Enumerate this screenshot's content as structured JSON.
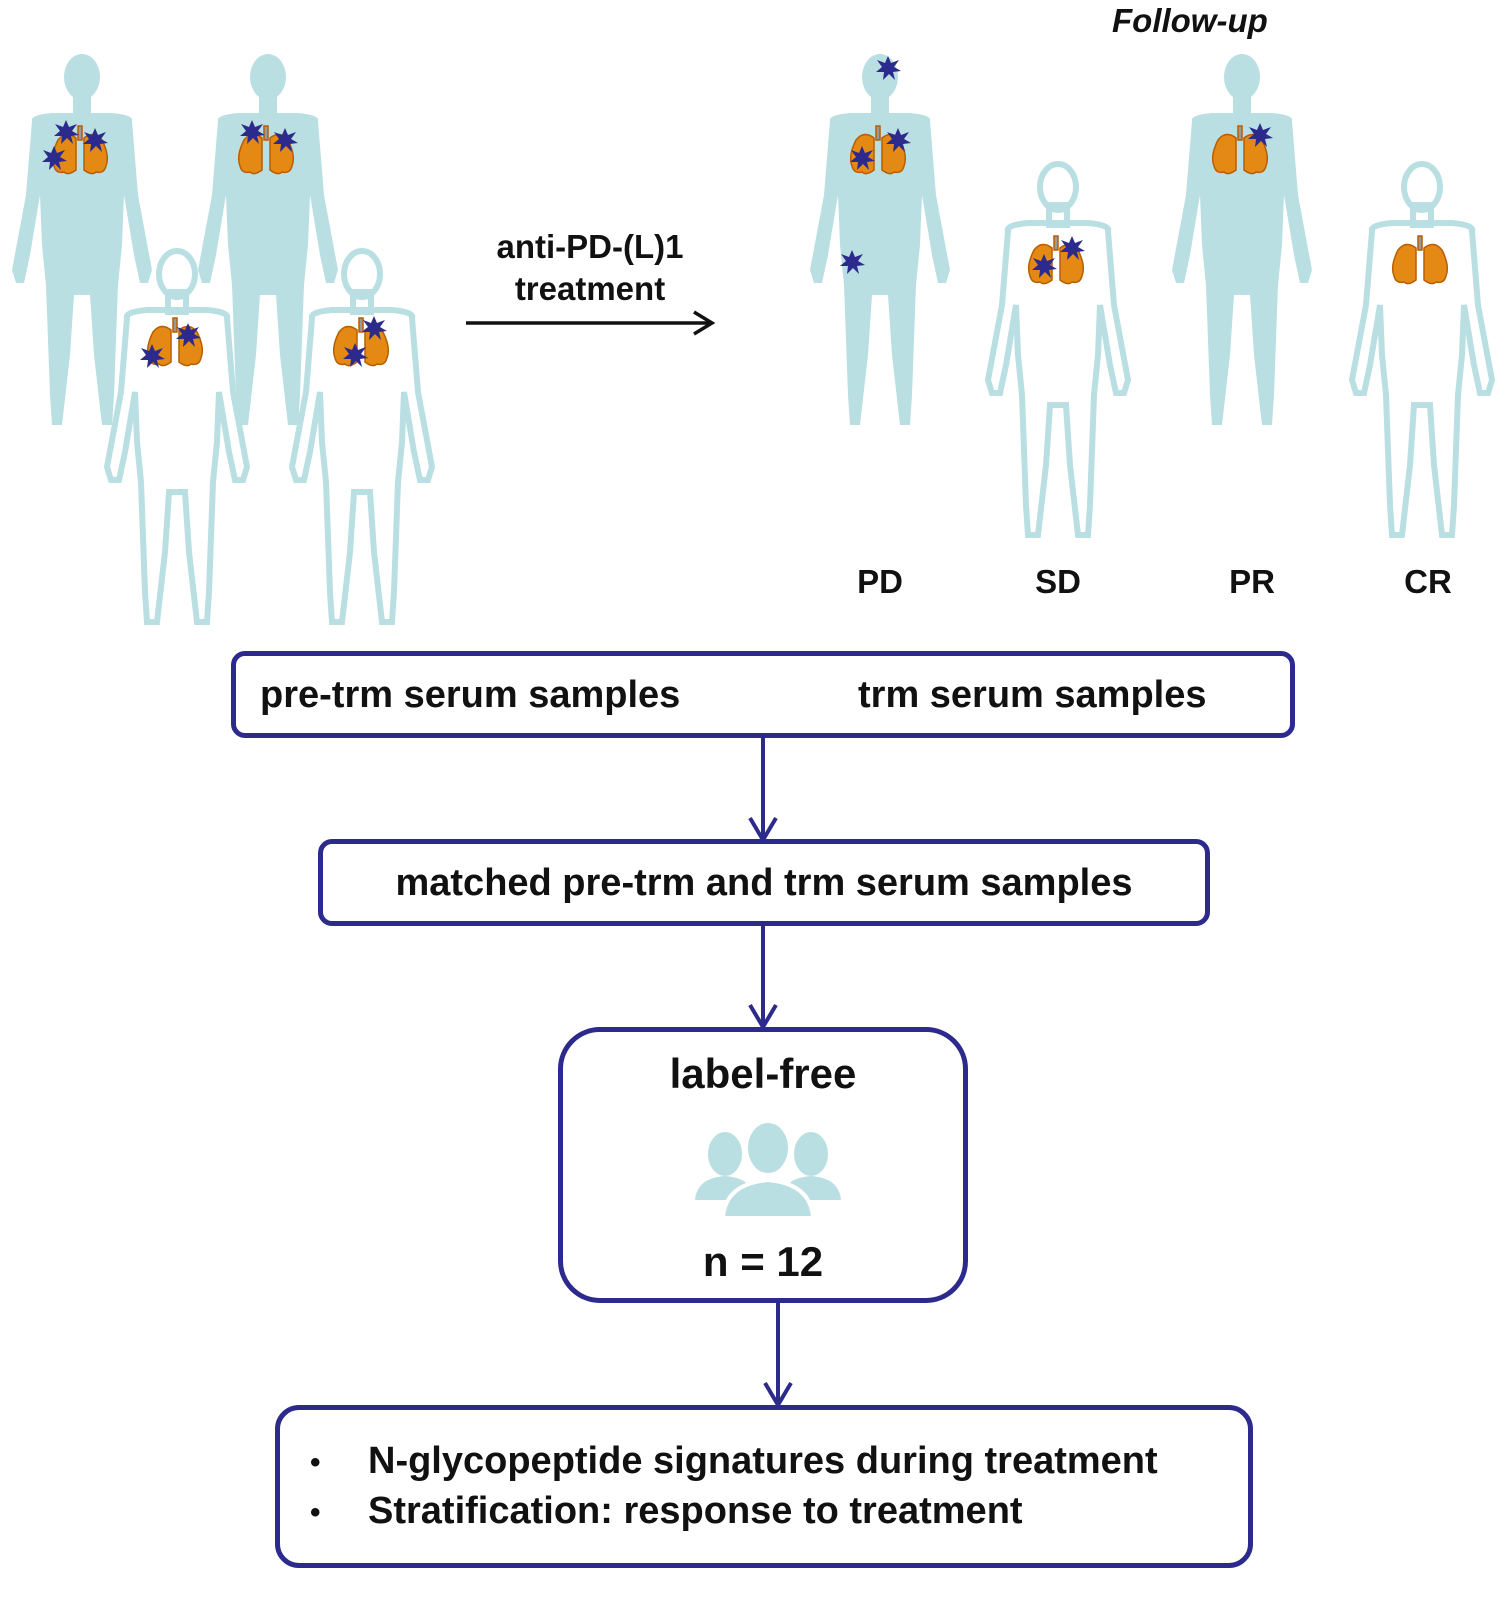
{
  "header": {
    "follow_up_label": "Follow-up"
  },
  "treatment": {
    "line1": "anti-PD-(L)1",
    "line2": "treatment"
  },
  "outcomes": [
    {
      "label": "PD"
    },
    {
      "label": "SD"
    },
    {
      "label": "PR"
    },
    {
      "label": "CR"
    }
  ],
  "colors": {
    "body_fill": "#b9dfe3",
    "body_outline": "#b9dfe3",
    "lung": "#e48a14",
    "tumor": "#2c2a8c",
    "box_border": "#2c2a8c"
  },
  "flow": {
    "samples_box": {
      "left_label": "pre-trm serum samples",
      "right_label": "trm serum samples"
    },
    "matched_box": {
      "label": "matched pre-trm and trm serum samples"
    },
    "method_box": {
      "title": "label-free",
      "icon": "group-people-icon",
      "n_label": "n = 12"
    },
    "results_box": {
      "bullets": [
        "N-glycopeptide signatures during treatment",
        "Stratification:  response to treatment"
      ]
    }
  }
}
